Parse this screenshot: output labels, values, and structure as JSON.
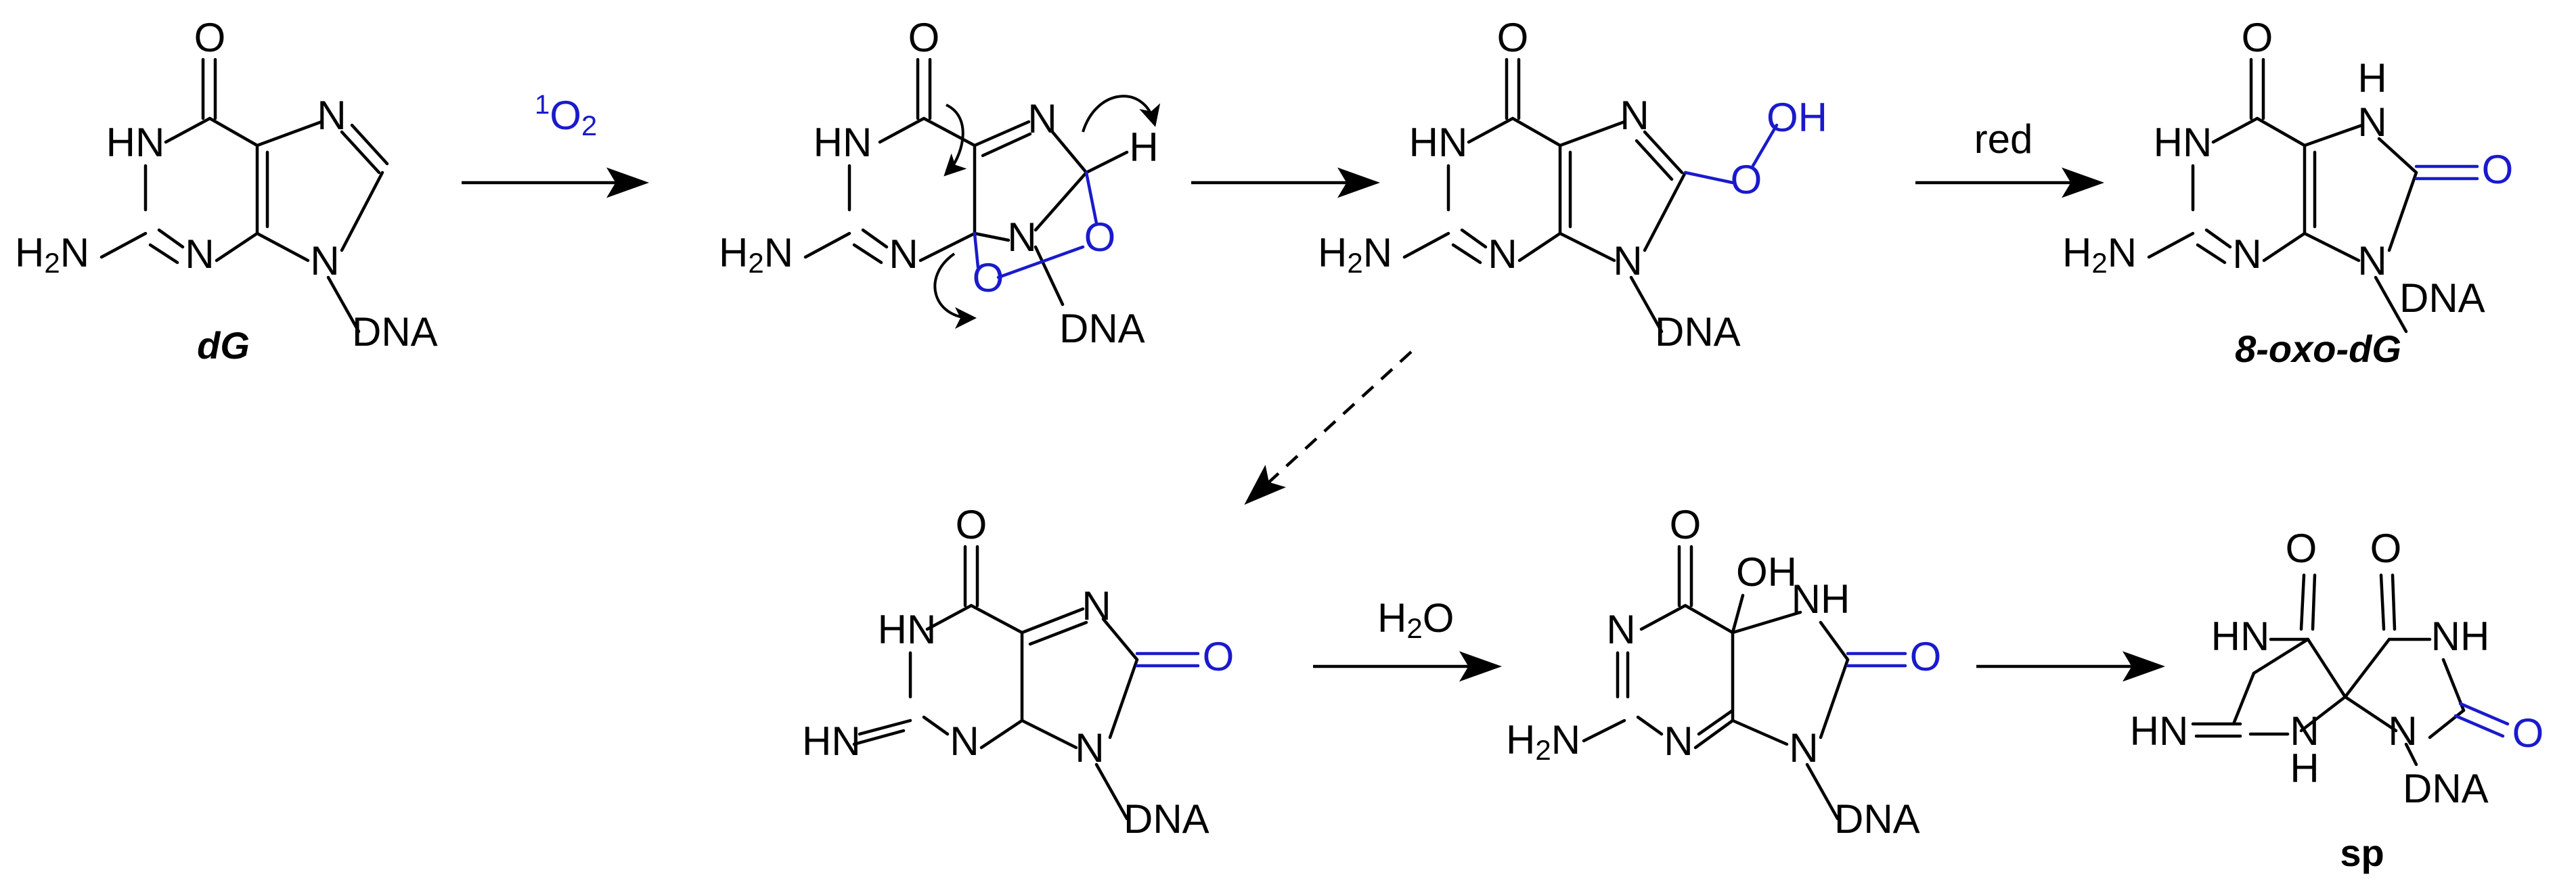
{
  "colors": {
    "ink": "#000000",
    "highlight": "#1a1acc",
    "background": "#ffffff"
  },
  "atoms": {
    "H": "H",
    "O": "O",
    "N": "N",
    "NH": "NH",
    "HN": "HN",
    "OH": "OH",
    "H2N_main": "H",
    "H2N_sub": "2",
    "H2N_tail": "N",
    "DNA": "DNA",
    "HNimine": "HN"
  },
  "reagents": {
    "singlet_oxygen_sup": "1",
    "singlet_oxygen_main": "O",
    "singlet_oxygen_sub": "2",
    "reduction": "red",
    "water_main": "H",
    "water_sub": "2",
    "water_tail": "O"
  },
  "labels": {
    "dG": "dG",
    "oxo_dG": "8-oxo-dG",
    "sp": "sp"
  },
  "steps": [
    {
      "from": "dG",
      "to": "endoperoxide",
      "reagent": "1O2",
      "style": "solid"
    },
    {
      "from": "endoperoxide",
      "to": "8-hydroperoxide",
      "reagent": "",
      "style": "solid"
    },
    {
      "from": "8-hydroperoxide",
      "to": "8-oxo-dG",
      "reagent": "red",
      "style": "solid"
    },
    {
      "from": "8-hydroperoxide",
      "to": "imine",
      "reagent": "",
      "style": "dashed"
    },
    {
      "from": "imine",
      "to": "5-hydroxy",
      "reagent": "H2O",
      "style": "solid"
    },
    {
      "from": "5-hydroxy",
      "to": "sp",
      "reagent": "",
      "style": "solid"
    }
  ]
}
